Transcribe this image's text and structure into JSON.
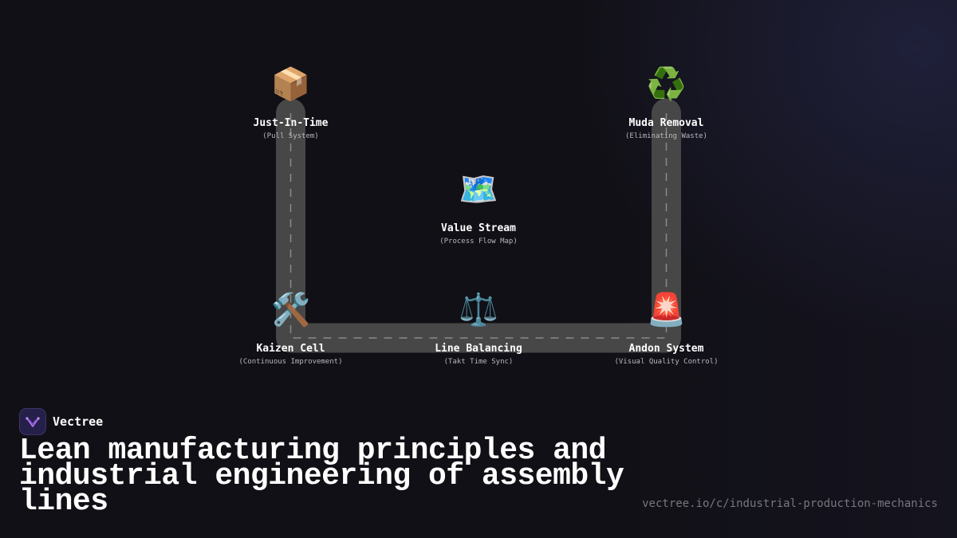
{
  "diagram": {
    "nodes": [
      {
        "icon": "📦",
        "icon_name": "package-icon",
        "title": "Just-In-Time",
        "subtitle": "(Pull System)"
      },
      {
        "icon": "♻️",
        "icon_name": "recycle-icon",
        "title": "Muda Removal",
        "subtitle": "(Eliminating Waste)"
      },
      {
        "icon": "🗺️",
        "icon_name": "map-icon",
        "title": "Value Stream",
        "subtitle": "(Process Flow Map)"
      },
      {
        "icon": "🛠️",
        "icon_name": "tools-icon",
        "title": "Kaizen Cell",
        "subtitle": "(Continuous Improvement)"
      },
      {
        "icon": "⚖️",
        "icon_name": "scales-icon",
        "title": "Line Balancing",
        "subtitle": "(Takt Time Sync)"
      },
      {
        "icon": "🚨",
        "icon_name": "siren-icon",
        "title": "Andon System",
        "subtitle": "(Visual Quality Control)"
      }
    ],
    "colors": {
      "track": "#474747",
      "track_dash": "#8a8a8a",
      "background": "#111016"
    }
  },
  "brand": {
    "name": "Vectree",
    "logo_icon": "vectree-logo-icon",
    "logo_color": "#24204a",
    "logo_accent": "#b46ce8"
  },
  "headline": "Lean manufacturing principles and industrial engineering of assembly lines",
  "url": "vectree.io/c/industrial-production-mechanics"
}
